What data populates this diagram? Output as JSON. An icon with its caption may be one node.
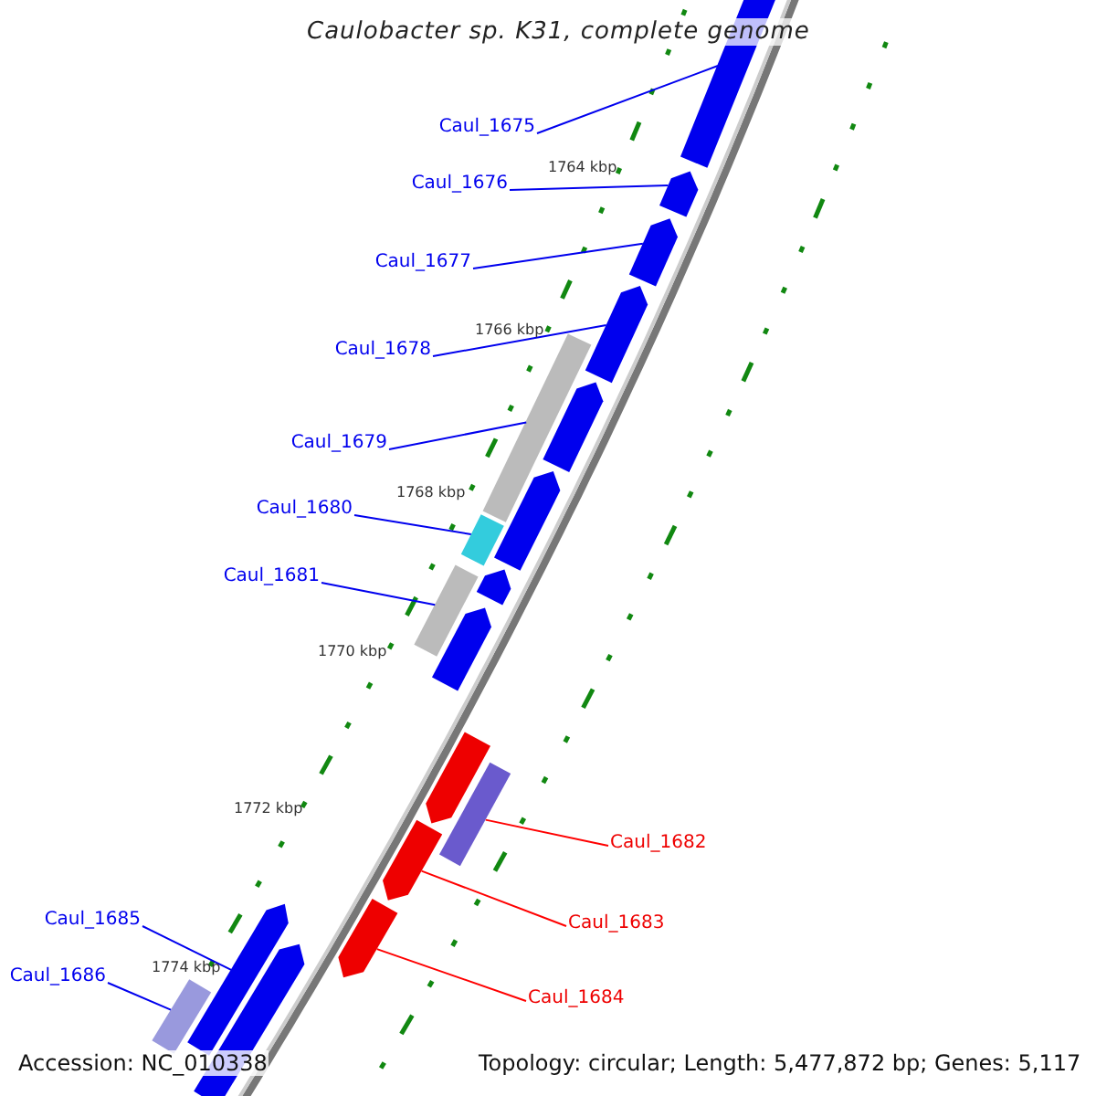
{
  "diagram": {
    "title": "Caulobacter sp. K31, complete genome",
    "nodes": [
      {
        "text": [
          "Caul_1675"
        ]
      },
      {
        "text": [
          "Caul_1676"
        ]
      },
      {
        "text": [
          "Caul_1677"
        ]
      },
      {
        "text": [
          "Caul_1678"
        ]
      },
      {
        "text": [
          "Caul_1679"
        ]
      },
      {
        "text": [
          "Caul_1680"
        ]
      },
      {
        "text": [
          "Caul_1681"
        ]
      },
      {
        "text": [
          "Caul_1682"
        ]
      },
      {
        "text": [
          "Caul_1683"
        ]
      },
      {
        "text": [
          "Caul_1684"
        ]
      },
      {
        "text": [
          "Caul_1685"
        ]
      },
      {
        "text": [
          "Caul_1686"
        ]
      },
      {
        "text": [],
        "shape": "arrow"
      },
      {
        "text": [],
        "shape": "arrow"
      },
      {
        "text": [],
        "shape": "arrow"
      },
      {
        "text": [],
        "shape": "arrow"
      },
      {
        "text": [],
        "shape": "bar"
      },
      {
        "text": [],
        "shape": "bar"
      },
      {
        "text": [],
        "shape": "bar"
      },
      {
        "text": [],
        "shape": "bar"
      },
      {
        "text": [],
        "shape": "arrow"
      },
      {
        "text": [],
        "shape": "arrow"
      },
      {
        "text": [],
        "shape": "arrow"
      },
      {
        "text": [],
        "shape": "bar"
      },
      {
        "text": [],
        "shape": "arrow"
      },
      {
        "text": [],
        "shape": "arrow"
      },
      {
        "text": [],
        "shape": "arrow"
      },
      {
        "text": [],
        "shape": "arrow"
      },
      {
        "text": [],
        "shape": "arrow"
      },
      {
        "text": [],
        "shape": "arrow"
      }
    ],
    "edges": [
      {
        "from": 0,
        "to": 12,
        "arrow": "none"
      },
      {
        "from": 1,
        "to": 13,
        "arrow": "none"
      },
      {
        "from": 2,
        "to": 14,
        "arrow": "none"
      },
      {
        "from": 3,
        "to": 15,
        "arrow": "none"
      },
      {
        "from": 4,
        "to": 16,
        "arrow": "none"
      },
      {
        "from": 5,
        "to": 17,
        "arrow": "none"
      },
      {
        "from": 6,
        "to": 18,
        "arrow": "none"
      },
      {
        "from": 7,
        "to": 19,
        "arrow": "none",
        "color": "#ff0000"
      },
      {
        "from": 8,
        "to": 20,
        "arrow": "none",
        "color": "#ff0000"
      },
      {
        "from": 9,
        "to": 21,
        "arrow": "none",
        "color": "#ff0000"
      },
      {
        "from": 10,
        "to": 22,
        "arrow": "none"
      },
      {
        "from": 11,
        "to": 23,
        "arrow": "none"
      }
    ],
    "labels": [
      "1764 kbp",
      "1766 kbp",
      "1768 kbp",
      "1770 kbp",
      "1772 kbp",
      "1774 kbp",
      "Accession: NC_010338",
      "Topology: circular; Length: 5,477,872 bp; Genes: 5,117"
    ]
  }
}
